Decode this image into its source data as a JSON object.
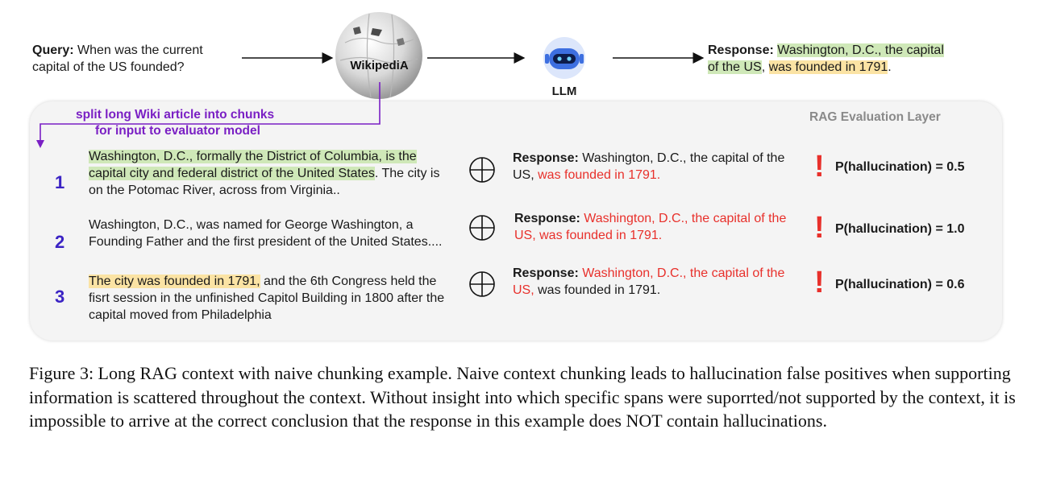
{
  "colors": {
    "highlight_green": "#cfe8b8",
    "highlight_yellow": "#fbe3a4",
    "hallucination_red": "#e8302b",
    "purple_arrow": "#7a1fc4",
    "index_blue": "#3b23c4"
  },
  "top": {
    "query_label": "Query:",
    "query_line1": "When was the current",
    "query_line2": "capital of the US founded?",
    "wiki_label": "WikipediA",
    "llm_label": "LLM",
    "response_label": "Response:",
    "response_part1": "Washington, D.C., the capital",
    "response_part2": "of the US",
    "response_part3": ", ",
    "response_part4": "was founded in 1791",
    "response_part5": "."
  },
  "panel": {
    "split_line1": "split long Wiki article into chunks",
    "split_line2": "for input to evaluator model",
    "layer_title": "RAG Evaluation Layer"
  },
  "rows": [
    {
      "num": "1",
      "chunk_hl": "Washington, D.C., formally the District of Columbia, is the capital city and federal district of the United States",
      "chunk_rest": ". The city is on the Potomac River, across from Virginia..",
      "resp_label": "Response:",
      "resp_black": "Washington, D.C., the capital of the US,",
      "resp_red": "was founded in 1791.",
      "prob": "P(hallucination) = 0.5"
    },
    {
      "num": "2",
      "chunk_text": "Washington, D.C., was named for George Washington, a Founding Father and the first president of the United States....",
      "resp_label": "Response:",
      "resp_red": "Washington, D.C., the capital of the US, was founded in 1791.",
      "prob": "P(hallucination) = 1.0"
    },
    {
      "num": "3",
      "chunk_hl": "The city was founded in 1791,",
      "chunk_rest": " and the 6th Congress held the fisrt session in the unfinished Capitol Building in 1800 after the capital moved from Philadelphia",
      "resp_label": "Response:",
      "resp_red": "Washington, D.C., the capital of the US,",
      "resp_black": "was founded in 1791.",
      "prob": "P(hallucination) = 0.6"
    }
  ],
  "caption": "Figure 3: Long RAG context with naive chunking example. Naive context chunking leads to hallucination false positives when supporting information is scattered throughout the context. Without insight into which specific spans were suporrted/not supported by the context, it is impossible to arrive at the correct conclusion that the response in this example does NOT contain hallucinations."
}
